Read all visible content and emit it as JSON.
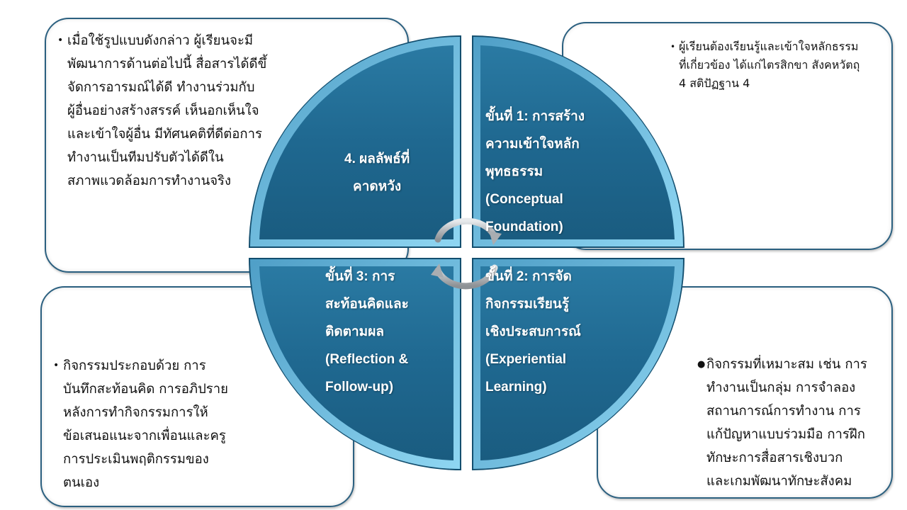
{
  "colors": {
    "quadrant_fill": "#1f6890",
    "quadrant_bevel": "#6cc2e6",
    "box_border": "#2b6080",
    "arrow": "#b8bcc0",
    "text": "#111111"
  },
  "boxes": {
    "top_left": {
      "bullet": "•",
      "lines": [
        "เมื่อใช้รูปแบบดังกล่าว ผู้เรียนจะมี",
        "พัฒนาการด้านต่อไปนี้ สื่อสารได้ดีขึ้",
        "จัดการอารมณ์ได้ดี ทำงานร่วมกับ",
        "ผู้อื่นอย่างสร้างสรรค์ เห็นอกเห็นใจ",
        "และเข้าใจผู้อื่น มีทัศนคติที่ดีต่อการ",
        "ทำงานเป็นทีมปรับตัวได้ดีใน",
        "สภาพแวดล้อมการทำงานจริง"
      ]
    },
    "top_right": {
      "bullet": "•",
      "lines": [
        "ผู้เรียนต้องเรียนรู้และเข้าใจหลักธรรม",
        "ที่เกี่ยวข้อง ได้แก่ไตรสิกขา สังคหวัตถุ",
        "4 สติปัฏฐาน 4"
      ]
    },
    "bottom_left": {
      "bullet": "•",
      "lines": [
        "กิจกรรมประกอบด้วย การ",
        "บันทึกสะท้อนคิด การอภิปราย",
        "หลังการทำกิจกรรมการให้",
        "ข้อเสนอแนะจากเพื่อนและครู",
        "การประเมินพฤติกรรมของ",
        "ตนเอง"
      ]
    },
    "bottom_right": {
      "bullet": "●",
      "lines": [
        "กิจกรรมที่เหมาะสม เช่น การ",
        "ทำงานเป็นกลุ่ม การจำลอง",
        "สถานการณ์การทำงาน การ",
        "แก้ปัญหาแบบร่วมมือ การฝึก",
        "ทักษะการสื่อสารเชิงบวก",
        "และเกมพัฒนาทักษะสังคม"
      ]
    }
  },
  "quadrants": {
    "step1": {
      "lines": [
        "ขั้นที่ 1: การสร้าง",
        "ความเข้าใจหลัก",
        "พุทธธรรม",
        "(Conceptual",
        "Foundation)"
      ]
    },
    "step2": {
      "lines": [
        "ขั้นที่ 2: การจัด",
        "กิจกรรมเรียนรู้",
        "เชิงประสบการณ์",
        "(Experiential",
        "Learning)"
      ]
    },
    "step3": {
      "lines": [
        "ขั้นที่ 3: การ",
        "สะท้อนคิดและ",
        "ติดตามผล",
        "(Reflection &",
        "Follow-up)"
      ]
    },
    "step4": {
      "lines": [
        "4. ผลลัพธ์ที่",
        "คาดหวัง"
      ]
    }
  },
  "center_icon": "cycle-arrows-icon"
}
